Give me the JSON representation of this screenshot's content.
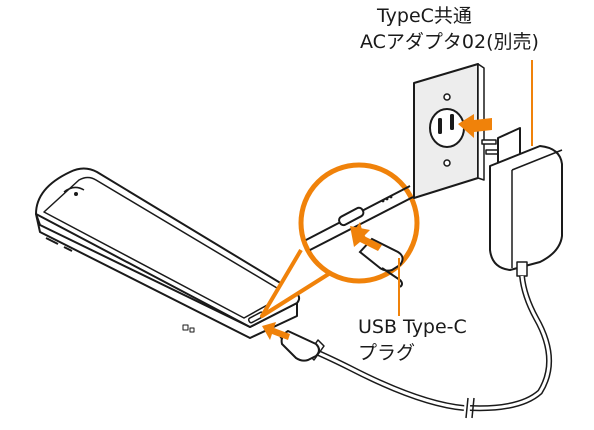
{
  "labels": {
    "adapter_line1": "TypeC共通",
    "adapter_line2": "ACアダプタ02(別売)",
    "plug_line1": "USB Type-C",
    "plug_line2": "プラグ"
  },
  "colors": {
    "accent": "#f0820a",
    "outline": "#1a1a1a",
    "wall_plate": "#ededed",
    "background": "#ffffff"
  }
}
